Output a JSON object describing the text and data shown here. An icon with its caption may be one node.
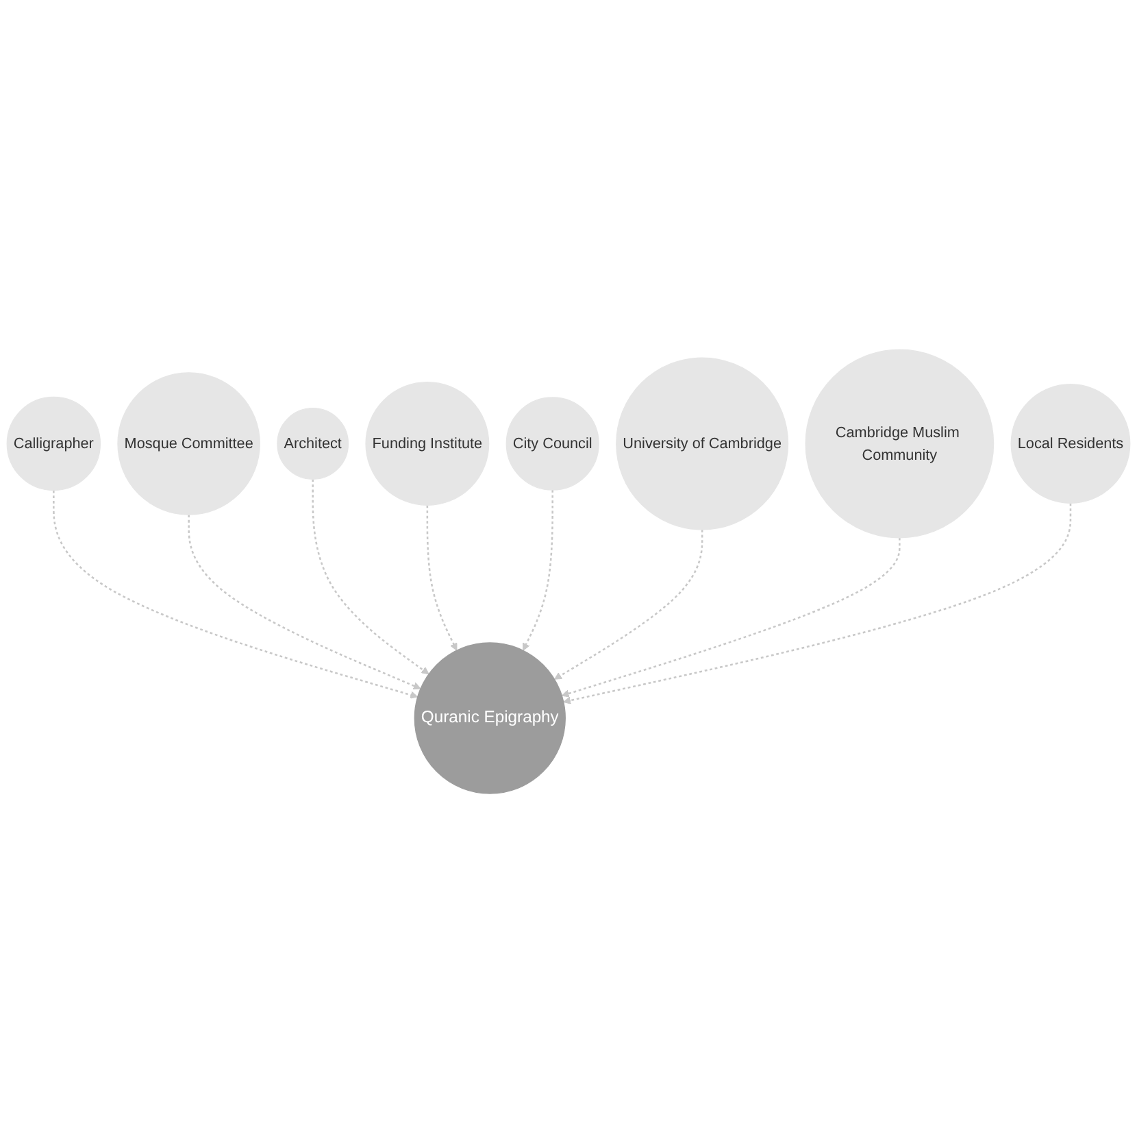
{
  "diagram": {
    "nodes": [
      {
        "text": [
          "Calligrapher"
        ]
      },
      {
        "text": [
          "Local Residents"
        ]
      },
      {
        "text": [
          "Mosque Committee"
        ]
      },
      {
        "text": [
          "Cambridge Muslim Community"
        ]
      },
      {
        "text": [
          "Quranic Epigraphy"
        ]
      },
      {
        "text": [
          "Architect"
        ]
      },
      {
        "text": [
          "University of Cambridge"
        ]
      },
      {
        "text": [
          "Funding Institute"
        ]
      },
      {
        "text": [
          "City Council"
        ]
      }
    ],
    "edges": [
      {
        "from": 0,
        "to": 4,
        "arrow": "to",
        "style": "dashed"
      },
      {
        "from": 2,
        "to": 4,
        "arrow": "to",
        "style": "dashed"
      },
      {
        "from": 5,
        "to": 4,
        "arrow": "to",
        "style": "dashed"
      },
      {
        "from": 7,
        "to": 4,
        "arrow": "to",
        "style": "dashed"
      },
      {
        "from": 8,
        "to": 4,
        "arrow": "to",
        "style": "dashed"
      },
      {
        "from": 6,
        "to": 4,
        "arrow": "to",
        "style": "dashed"
      },
      {
        "from": 3,
        "to": 4,
        "arrow": "to",
        "style": "dashed"
      },
      {
        "from": 1,
        "to": 4,
        "arrow": "to",
        "style": "dashed"
      }
    ]
  }
}
